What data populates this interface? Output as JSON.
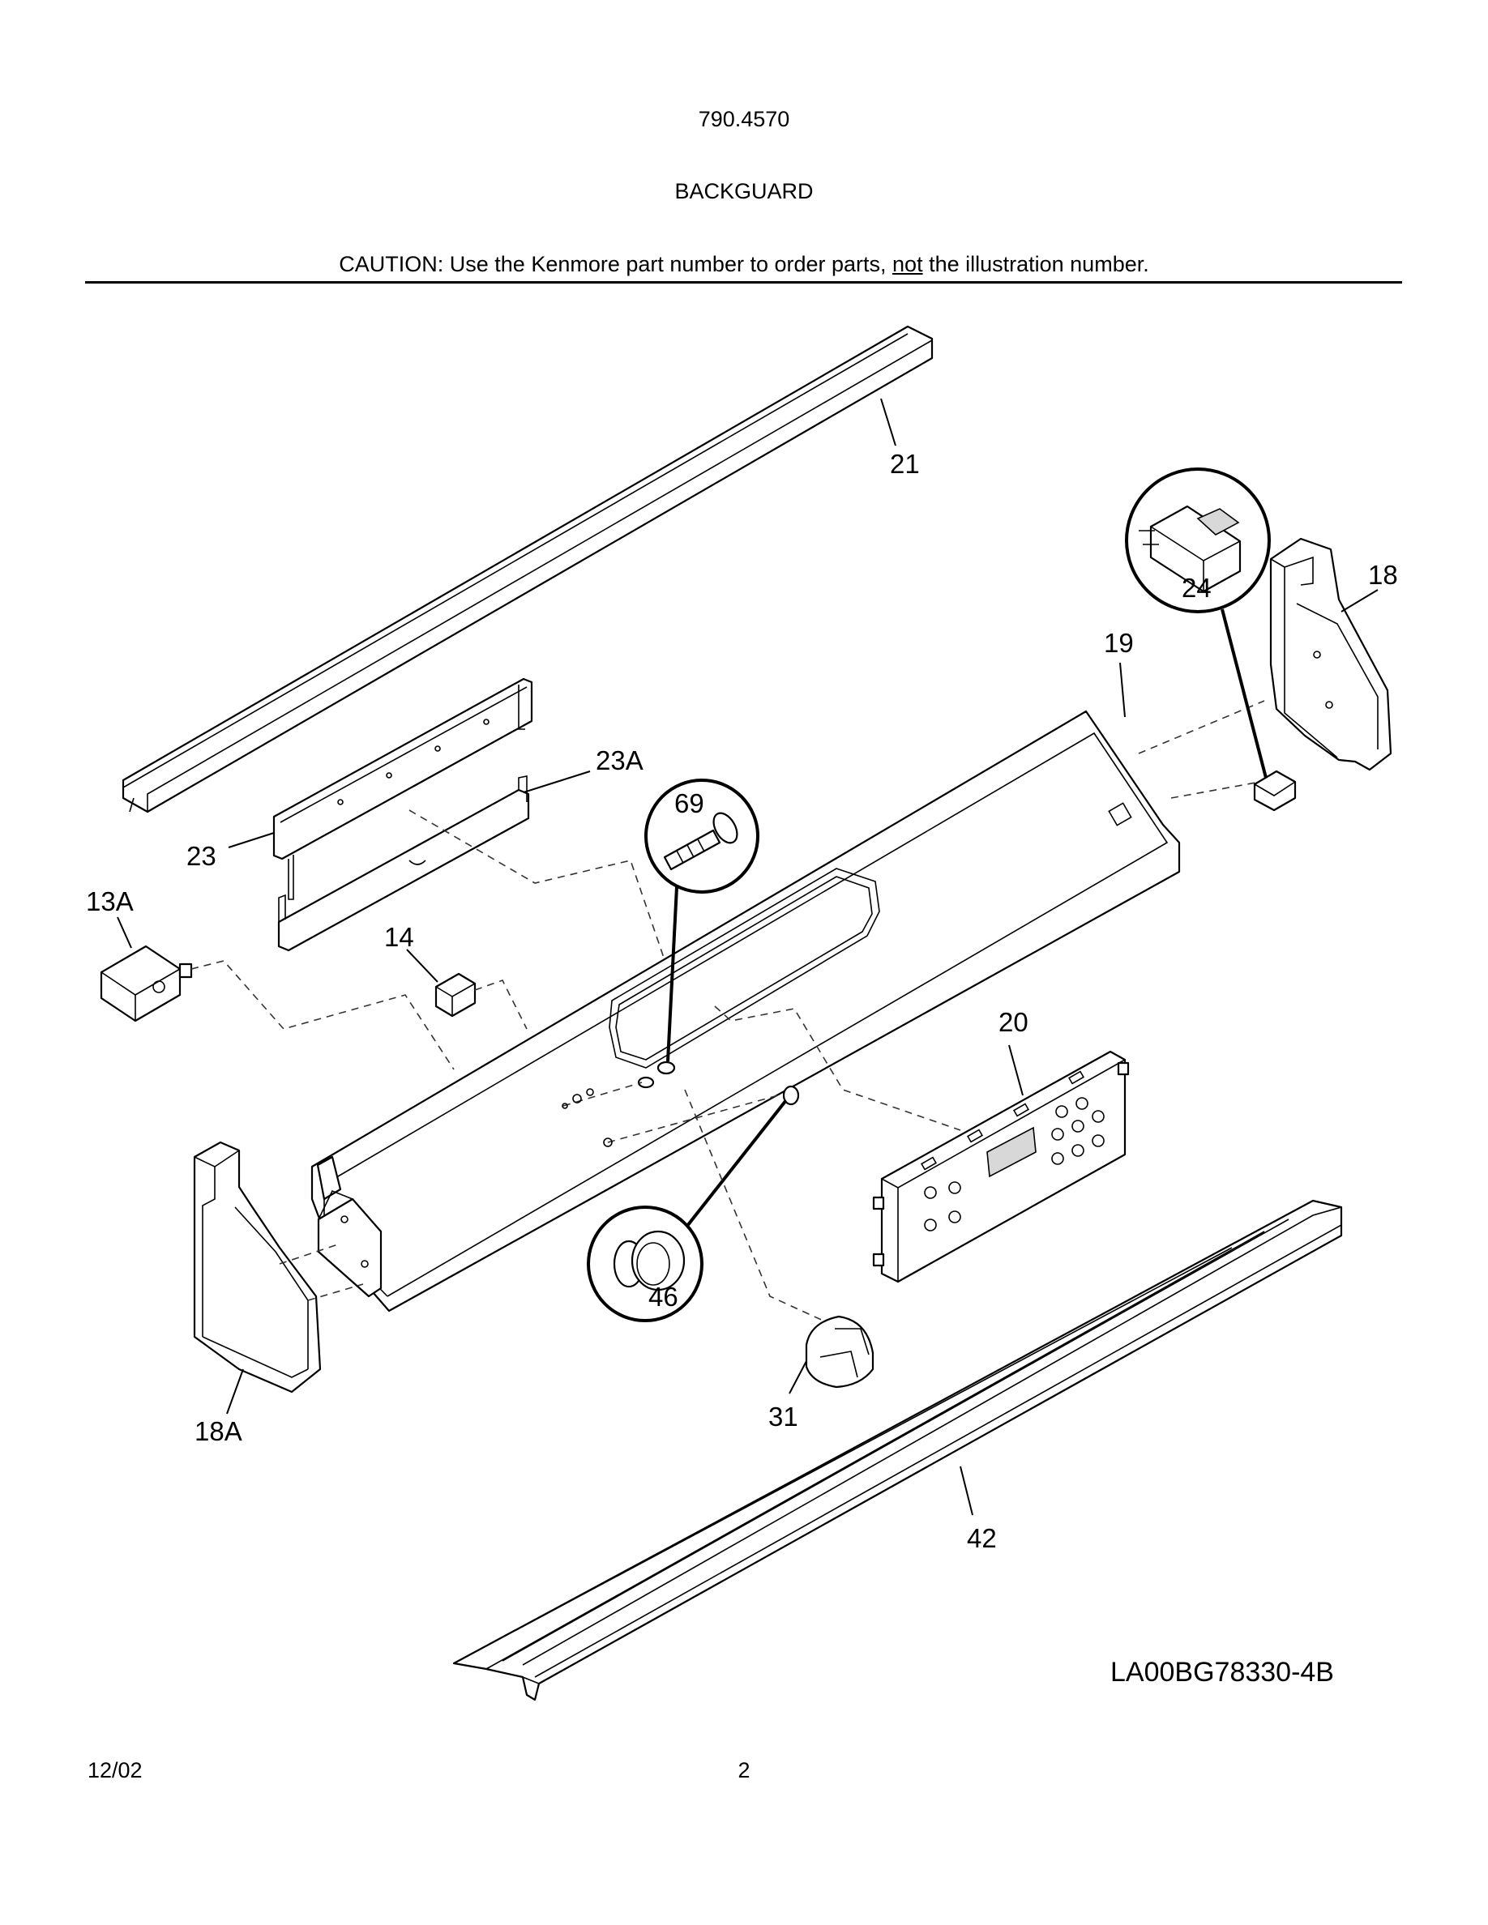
{
  "header": {
    "model_number": "790.4570",
    "section_title": "BACKGUARD",
    "caution_prefix": "CAUTION: Use the Kenmore part number to order parts, ",
    "caution_emphasis": "not",
    "caution_suffix": " the illustration number."
  },
  "diagram": {
    "callouts": {
      "c21": "21",
      "c18": "18",
      "c24": "24",
      "c19": "19",
      "c23A": "23A",
      "c69": "69",
      "c23": "23",
      "c13A": "13A",
      "c14": "14",
      "c20": "20",
      "c46": "46",
      "c18A": "18A",
      "c31": "31",
      "c42": "42"
    },
    "drawing_code": "LA00BG78330-4B"
  },
  "footer": {
    "date": "12/02",
    "page": "2"
  }
}
